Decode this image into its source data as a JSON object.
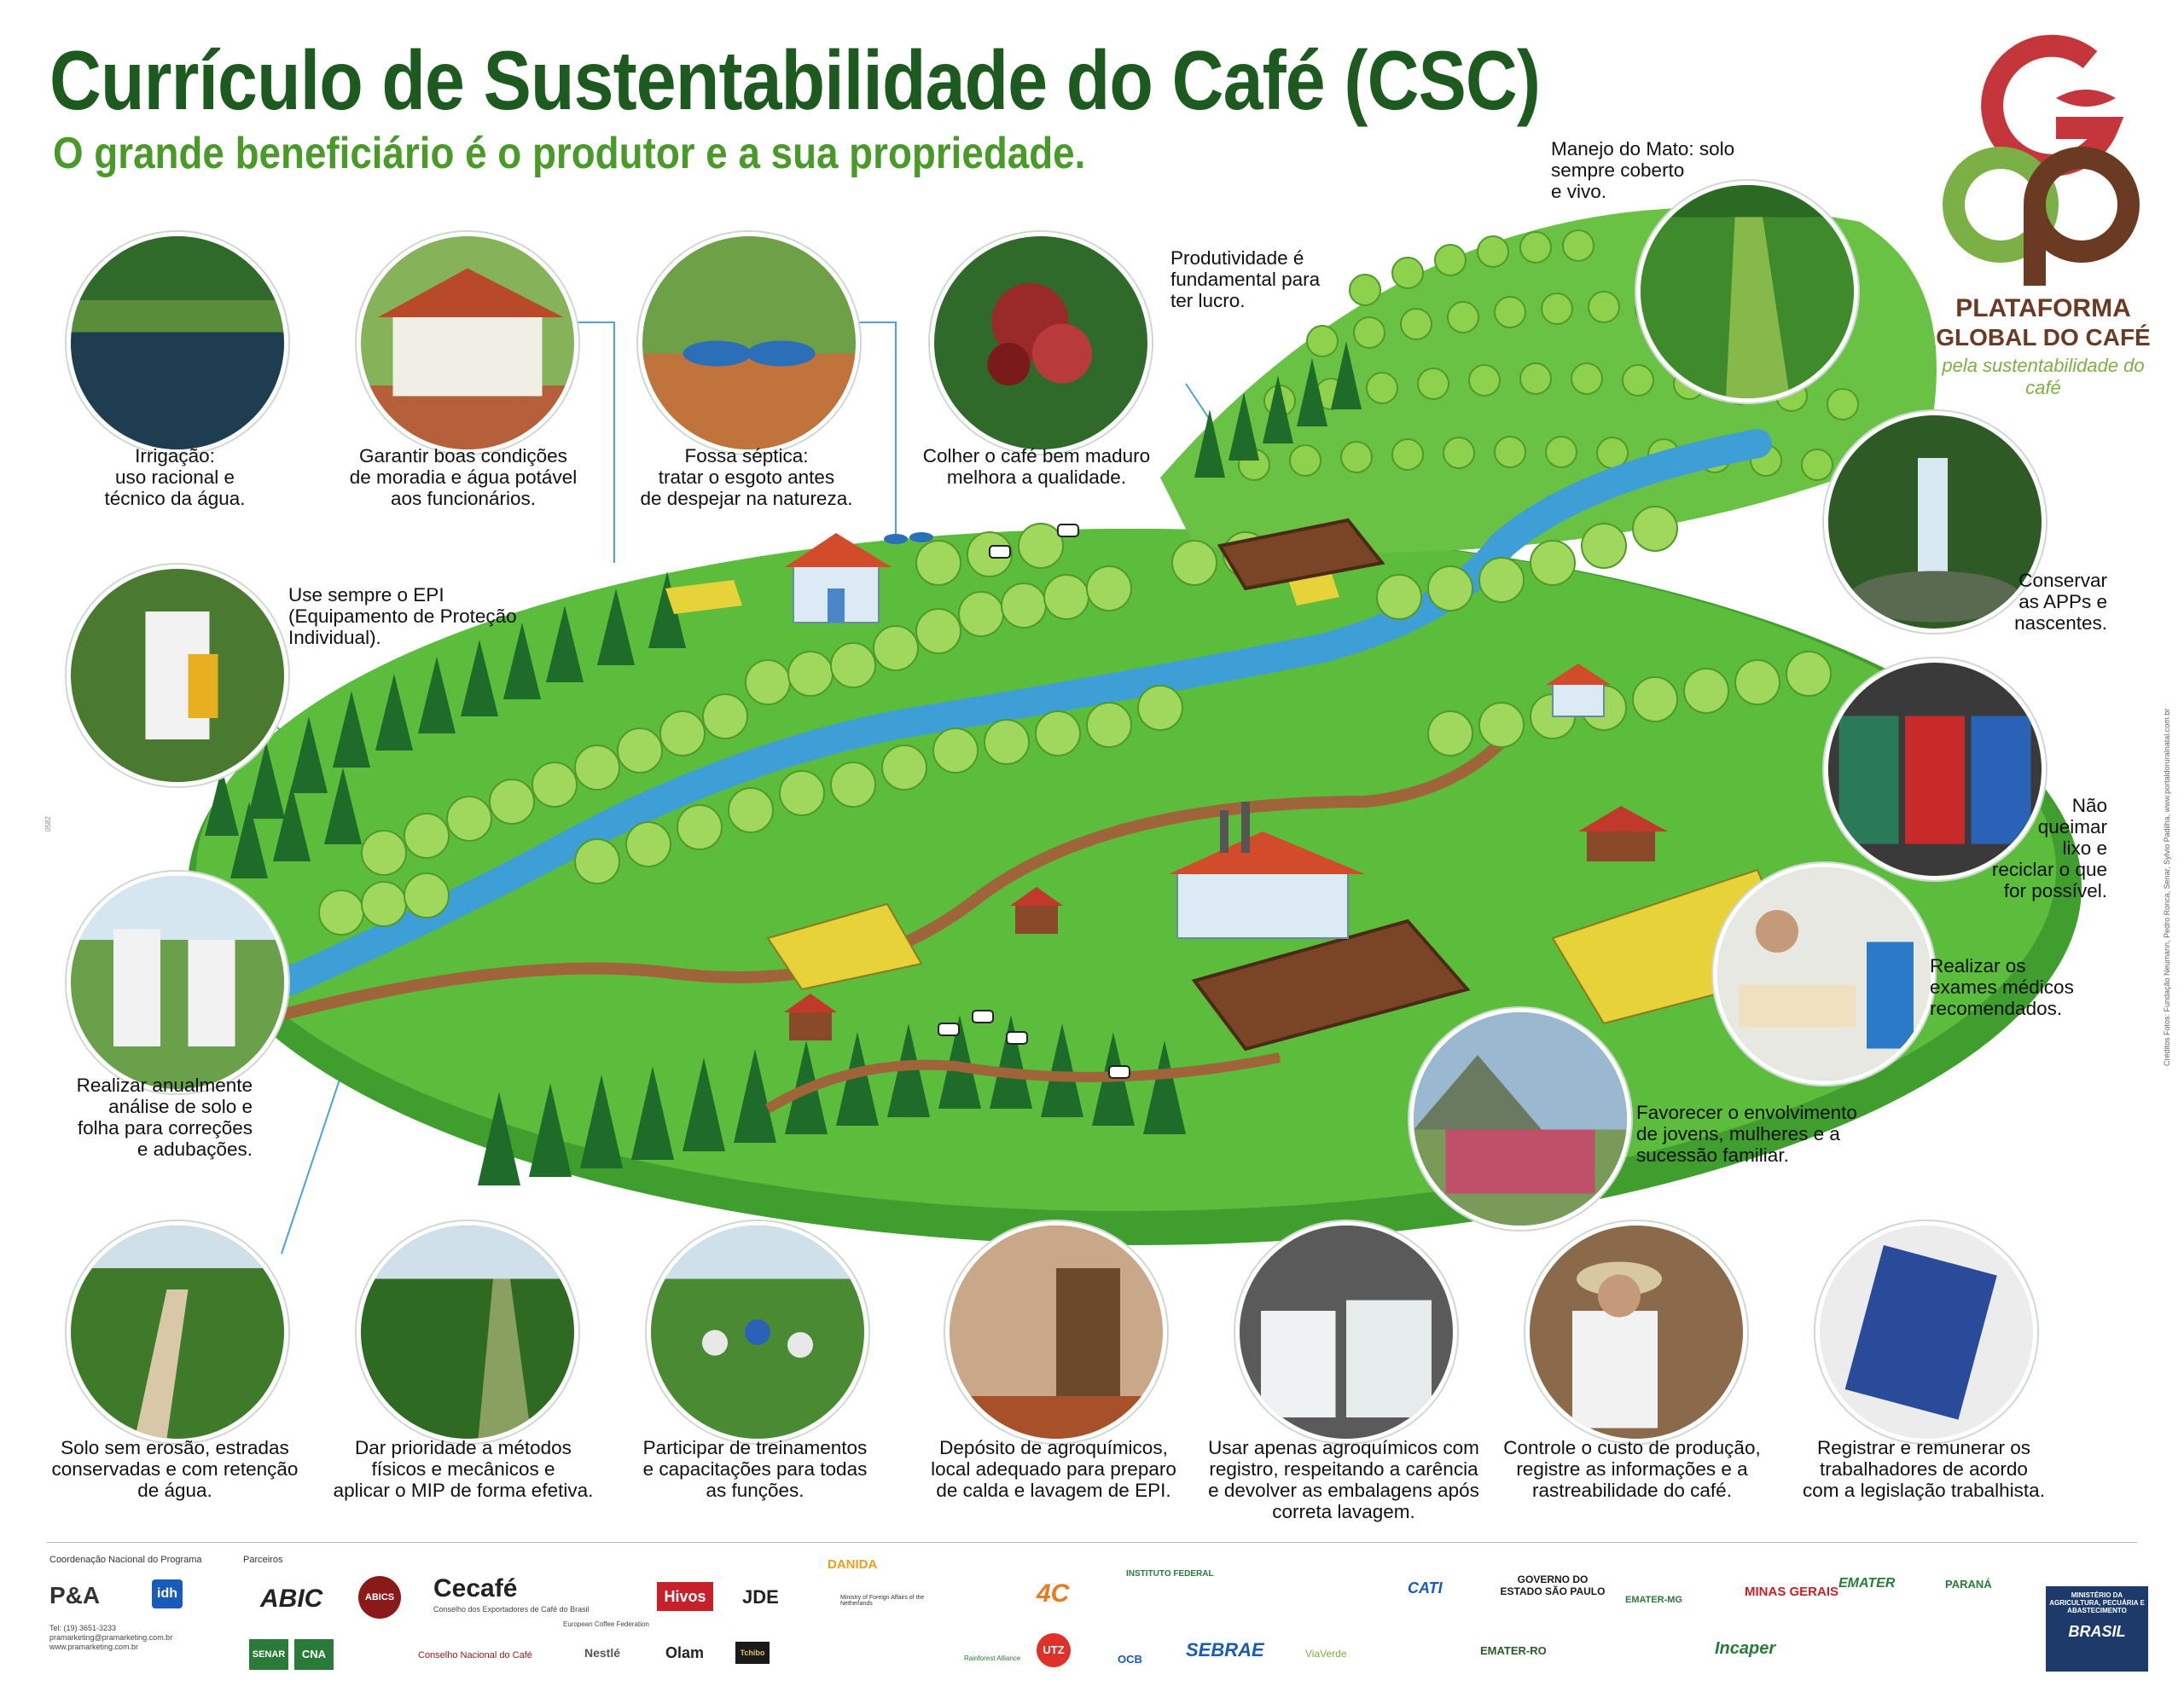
{
  "header": {
    "title": "Currículo de Sustentabilidade do Café  (CSC)",
    "subtitle": "O grande beneficiário é o produtor e a sua propriedade."
  },
  "logo": {
    "line1": "PLATAFORMA",
    "line2": "GLOBAL DO CAFÉ",
    "tagline": "pela sustentabilidade do café"
  },
  "captions": [
    {
      "id": "irrigacao",
      "lines": [
        "Irrigação:",
        "uso racional e",
        "técnico da água."
      ]
    },
    {
      "id": "moradia",
      "lines": [
        "Garantir boas condições",
        "de moradia e água potável",
        "aos funcionários."
      ]
    },
    {
      "id": "fossa",
      "lines": [
        "Fossa séptica:",
        "tratar o esgoto antes",
        "de despejar na natureza."
      ]
    },
    {
      "id": "colher",
      "lines": [
        "Colher o café bem maduro",
        "melhora a qualidade."
      ]
    },
    {
      "id": "produtividade",
      "lines": [
        "Produtividade é",
        "fundamental para",
        "ter lucro."
      ]
    },
    {
      "id": "mato",
      "lines": [
        "Manejo do Mato: solo",
        "sempre coberto",
        "e vivo."
      ]
    },
    {
      "id": "epi",
      "lines": [
        "Use sempre o EPI",
        "(Equipamento de Proteção",
        "Individual)."
      ]
    },
    {
      "id": "apps",
      "lines": [
        "Conservar",
        "as APPs e",
        "nascentes."
      ]
    },
    {
      "id": "lixo",
      "lines": [
        "Não",
        "queimar",
        "lixo e",
        "reciclar o que",
        "for possível."
      ]
    },
    {
      "id": "exames",
      "lines": [
        "Realizar os",
        "exames médicos",
        "recomendados."
      ]
    },
    {
      "id": "analise",
      "lines": [
        "Realizar anualmente",
        "análise de solo e",
        "folha para correções",
        "e adubações."
      ]
    },
    {
      "id": "jovens",
      "lines": [
        "Favorecer o envolvimento",
        "de jovens, mulheres e a",
        "sucessão familiar."
      ]
    },
    {
      "id": "erosao",
      "lines": [
        "Solo sem erosão, estradas",
        "conservadas e com retenção",
        "de água."
      ]
    },
    {
      "id": "mip",
      "lines": [
        "Dar prioridade a métodos",
        "físicos e mecânicos e",
        "aplicar o MIP de forma efetiva."
      ]
    },
    {
      "id": "treinamentos",
      "lines": [
        "Participar de treinamentos",
        "e capacitações para todas",
        "as funções."
      ]
    },
    {
      "id": "deposito",
      "lines": [
        "Depósito de agroquímicos,",
        "local adequado para preparo",
        "de calda e lavagem de EPI."
      ]
    },
    {
      "id": "agroquimicos",
      "lines": [
        "Usar apenas agroquímicos com",
        "registro, respeitando a carência",
        "e devolver as embalagens após",
        "correta lavagem."
      ]
    },
    {
      "id": "custo",
      "lines": [
        "Controle o custo de produção,",
        "registre as informações e a",
        "rastreabilidade do café."
      ]
    },
    {
      "id": "registrar",
      "lines": [
        "Registrar e remunerar os",
        "trabalhadores de acordo",
        "com a legislação trabalhista."
      ]
    }
  ],
  "footer": {
    "coordenacao_label": "Coordenação Nacional do Programa",
    "parceiros_label": "Parceiros",
    "contact_lines": [
      "Tel: (19) 3651-3233",
      "pramarketing@pramarketing.com.br",
      "www.pramarketing.com.br"
    ],
    "coord_logos": [
      "P&A",
      "idh"
    ],
    "partner_logos": [
      "ABIC",
      "ABICS",
      "Cecafé",
      "Conselho dos Exportadores de Café do Brasil",
      "SENAR",
      "CNA",
      "Conselho Nacional do Café",
      "European Coffee Federation",
      "Nestlé",
      "Hivos",
      "Olam",
      "JDE",
      "Tchibo",
      "DANIDA",
      "Ministry of Foreign Affairs of the Netherlands",
      "4C",
      "UTZ",
      "Rainforest Alliance",
      "INSTITUTO FEDERAL",
      "OCB",
      "SEBRAE",
      "ViaVerde",
      "CATI",
      "GOVERNO DO ESTADO SÃO PAULO",
      "EMATER-MG",
      "MINAS GERAIS",
      "EMATER",
      "PARANÁ",
      "EMATER-RO",
      "Incaper",
      "MINISTÉRIO DA AGRICULTURA, PECUÁRIA E ABASTECIMENTO",
      "BRASIL"
    ],
    "credits": "Créditos Fotos: Fundação Neumann, Pedro Ronca, Senar, Sylvio Padilha, www.portaldoruralnatal.com.br",
    "code": "0582"
  },
  "colors": {
    "title_green": "#1d5a1f",
    "subtitle_green": "#4a9a2a",
    "logo_red": "#c4363b",
    "logo_green": "#7bb046",
    "logo_brown": "#6b3a22",
    "grass": "#58b63a",
    "dark_grass": "#2f8a2a",
    "river": "#3d9fd6",
    "road": "#a0643a"
  }
}
